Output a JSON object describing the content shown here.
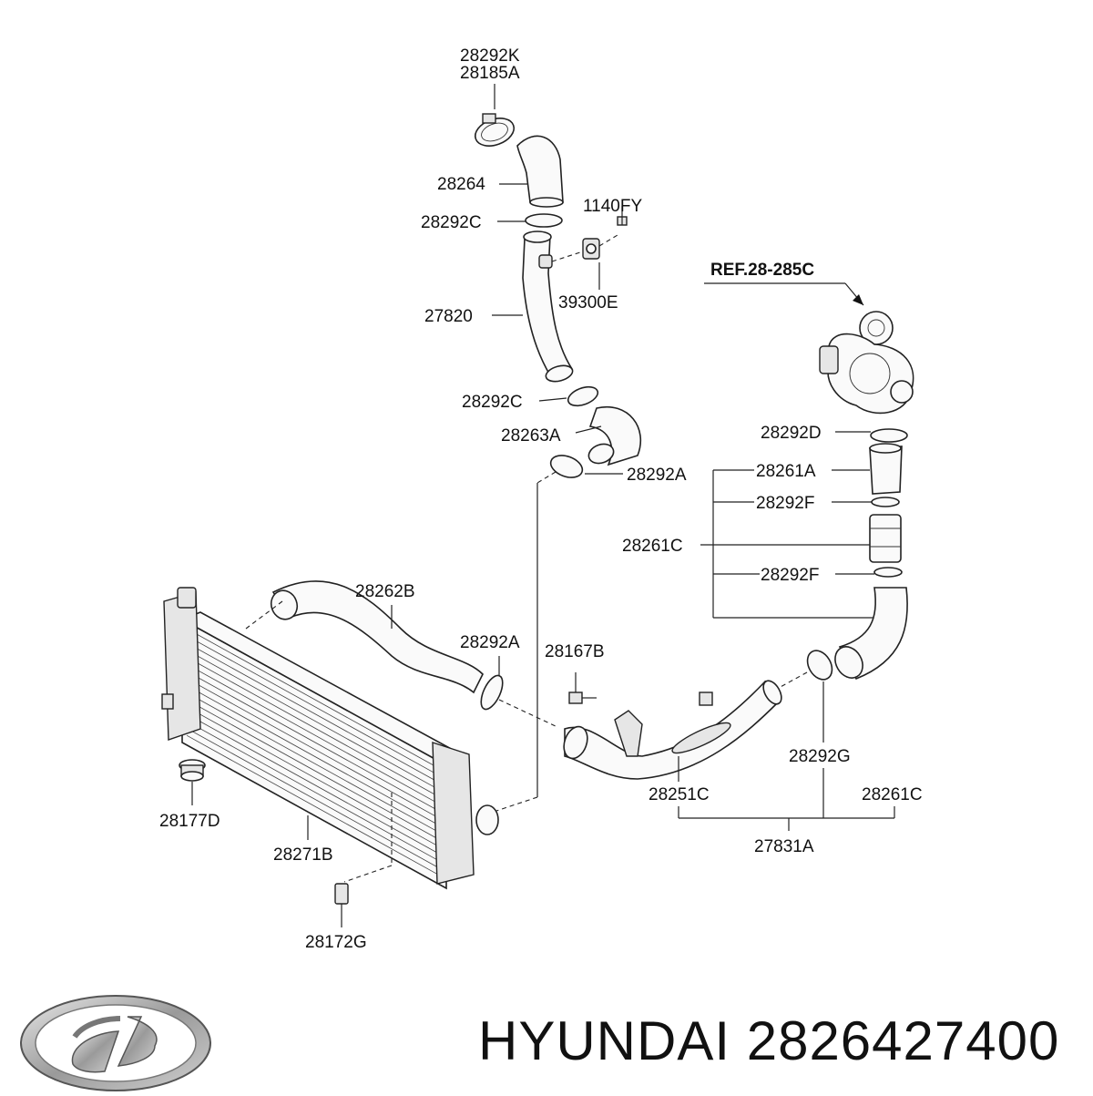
{
  "diagram": {
    "labels": {
      "l_28292k": "28292K",
      "l_28185a": "28185A",
      "l_28264": "28264",
      "l_1140fy": "1140FY",
      "l_28292c_1": "28292C",
      "l_39300e": "39300E",
      "l_27820": "27820",
      "l_28292c_2": "28292C",
      "l_28263a": "28263A",
      "l_28292a_1": "28292A",
      "l_ref": "REF.28-285C",
      "l_28292d": "28292D",
      "l_28261a": "28261A",
      "l_28292f_1": "28292F",
      "l_28261c_1": "28261C",
      "l_28292f_2": "28292F",
      "l_28262b": "28262B",
      "l_28292a_2": "28292A",
      "l_28167b": "28167B",
      "l_28292g": "28292G",
      "l_28251c": "28251C",
      "l_28261c_2": "28261C",
      "l_27831a": "27831A",
      "l_28177d": "28177D",
      "l_28271b": "28271B",
      "l_28172g": "28172G"
    }
  },
  "footer": {
    "logo_icon": "hyundai-logo",
    "caption": "HYUNDAI 2826427400"
  }
}
